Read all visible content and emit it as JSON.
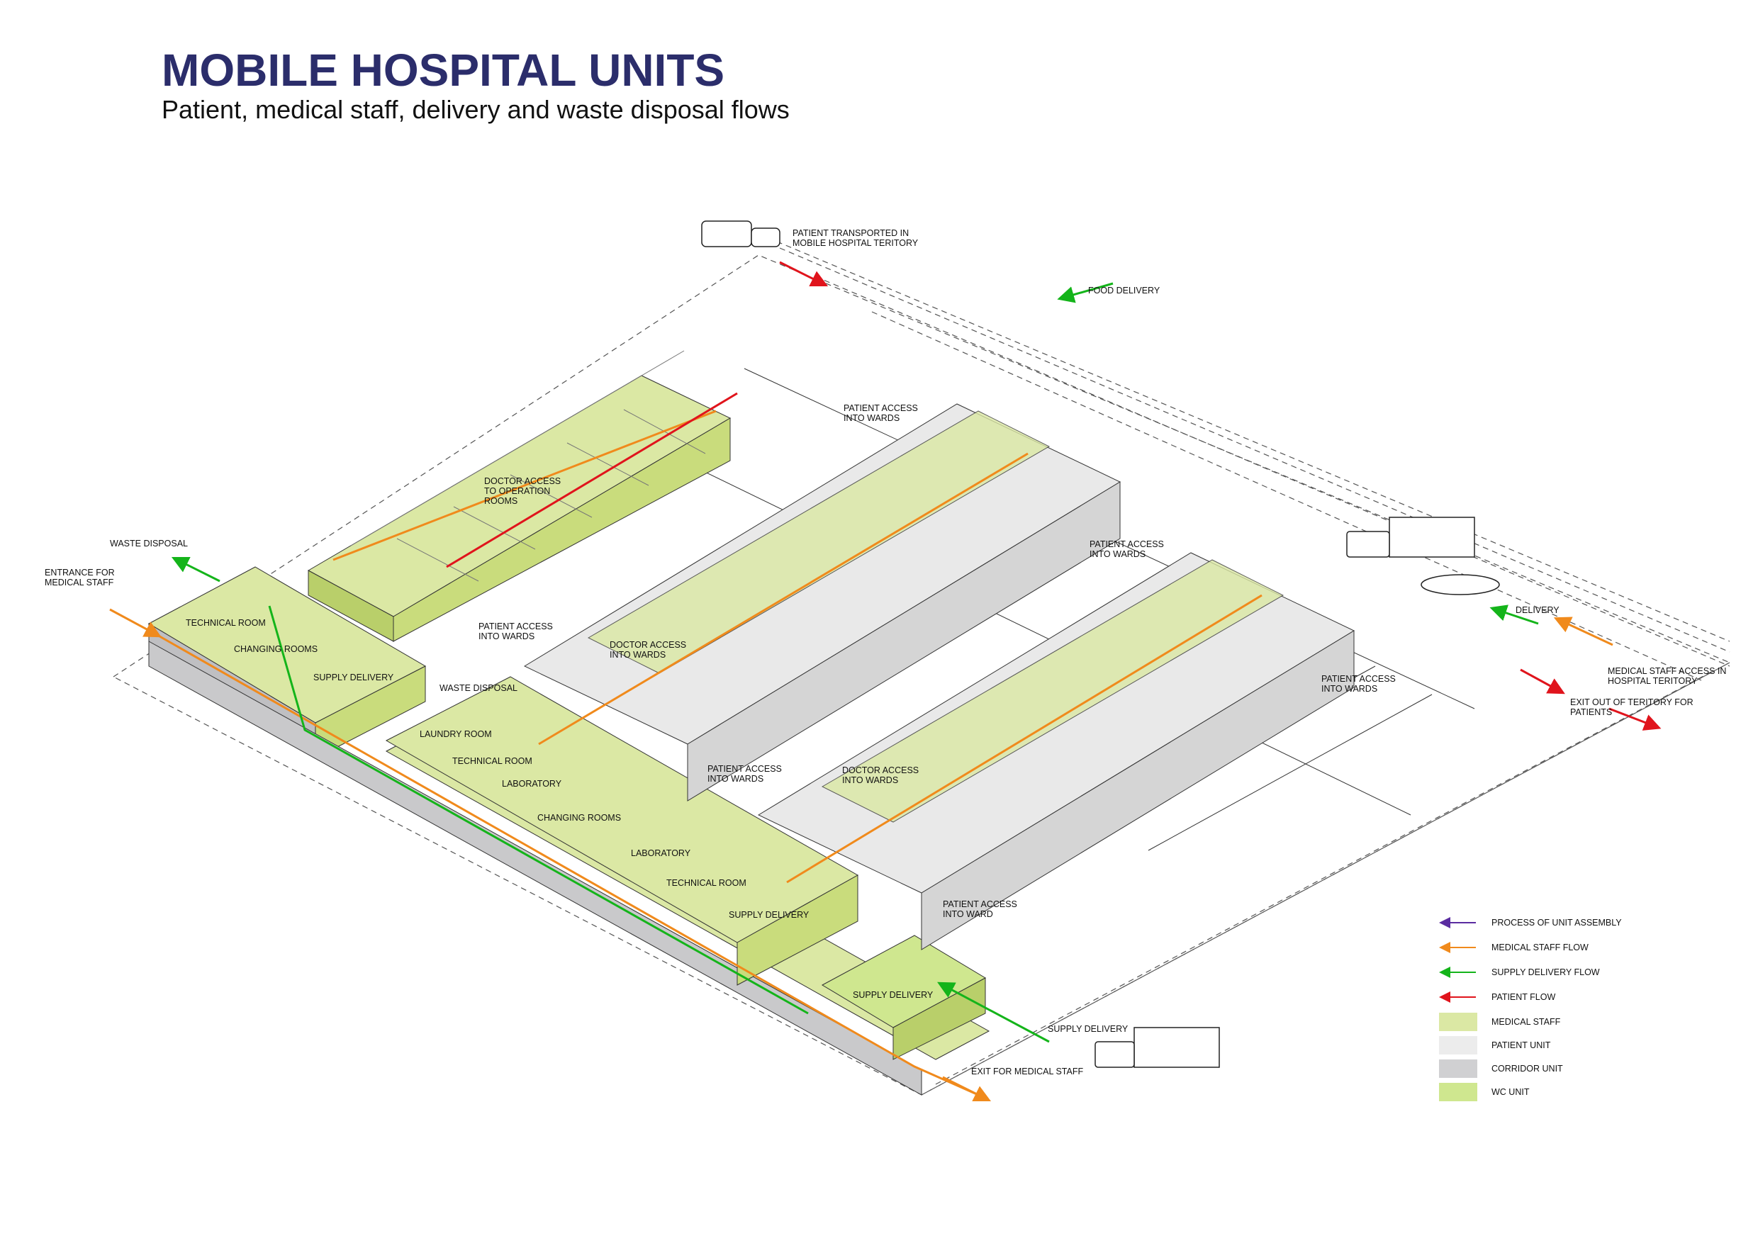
{
  "header": {
    "title": "MOBILE HOSPITAL UNITS",
    "subtitle": "Patient, medical staff, delivery and waste disposal flows"
  },
  "colors": {
    "medical_staff_fill": "#dbe8a4",
    "patient_unit_fill": "#e9e9e9",
    "corridor_fill": "#cfcfd1",
    "wc_fill": "#cfe78f",
    "medical_staff_flow": "#f08a1c",
    "supply_flow": "#14b41a",
    "patient_flow": "#e0141c",
    "assembly_flow": "#5a2ca0",
    "title": "#2b2d6b"
  },
  "labels": {
    "patient_transported": [
      "PATIENT TRANSPORTED IN",
      "MOBILE HOSPITAL TERITORY"
    ],
    "food_delivery": [
      "FOOD DELIVERY"
    ],
    "patient_access_top": [
      "PATIENT ACCESS",
      "INTO WARDS"
    ],
    "doctor_access_operation": [
      "DOCTOR ACCESS",
      "TO OPERATION",
      "ROOMS"
    ],
    "waste_disposal_left": [
      "WASTE DISPOSAL"
    ],
    "entrance_medical_staff": [
      "ENTRANCE FOR",
      "MEDICAL STAFF"
    ],
    "technical_room_1": [
      "TECHNICAL ROOM"
    ],
    "changing_rooms_1": [
      "CHANGING ROOMS"
    ],
    "supply_delivery_1": [
      "SUPPLY DELIVERY"
    ],
    "patient_access_left": [
      "PATIENT ACCESS",
      "INTO WARDS"
    ],
    "doctor_access_wards_1": [
      "DOCTOR ACCESS",
      "INTO WARDS"
    ],
    "waste_disposal_mid": [
      "WASTE DISPOSAL"
    ],
    "laundry_room": [
      "LAUNDRY ROOM"
    ],
    "technical_room_2": [
      "TECHNICAL ROOM"
    ],
    "laboratory_1": [
      "LABORATORY"
    ],
    "changing_rooms_2": [
      "CHANGING ROOMS"
    ],
    "laboratory_2": [
      "LABORATORY"
    ],
    "technical_room_3": [
      "TECHNICAL ROOM"
    ],
    "supply_delivery_2": [
      "SUPPLY DELIVERY"
    ],
    "supply_delivery_3": [
      "SUPPLY DELIVERY"
    ],
    "supply_delivery_truck": [
      "SUPPLY DELIVERY"
    ],
    "exit_medical_staff": [
      "EXIT FOR MEDICAL STAFF"
    ],
    "patient_access_mid": [
      "PATIENT ACCESS",
      "INTO WARDS"
    ],
    "doctor_access_wards_2": [
      "DOCTOR ACCESS",
      "INTO WARDS"
    ],
    "patient_access_ward": [
      "PATIENT ACCESS",
      "INTO WARD"
    ],
    "patient_access_right1": [
      "PATIENT ACCESS",
      "INTO WARDS"
    ],
    "patient_access_right2": [
      "PATIENT ACCESS",
      "INTO WARDS"
    ],
    "delivery": [
      "DELIVERY"
    ],
    "medical_staff_access": [
      "MEDICAL STAFF ACCESS IN",
      "HOSPITAL TERITORY"
    ],
    "exit_patients": [
      "EXIT OUT OF TERITORY FOR",
      "PATIENTS"
    ]
  },
  "legend": [
    {
      "label": "PROCESS OF UNIT ASSEMBLY",
      "kind": "arrow",
      "color": "#5a2ca0"
    },
    {
      "label": "MEDICAL STAFF FLOW",
      "kind": "arrow",
      "color": "#f08a1c"
    },
    {
      "label": "SUPPLY DELIVERY FLOW",
      "kind": "arrow",
      "color": "#14b41a"
    },
    {
      "label": "PATIENT FLOW",
      "kind": "arrow",
      "color": "#e0141c"
    },
    {
      "label": "MEDICAL STAFF",
      "kind": "swatch",
      "color": "#dbe8a4"
    },
    {
      "label": "PATIENT UNIT",
      "kind": "swatch",
      "color": "#ececec"
    },
    {
      "label": "CORRIDOR UNIT",
      "kind": "swatch",
      "color": "#d0d0d2"
    },
    {
      "label": "WC UNIT",
      "kind": "swatch",
      "color": "#cfe78f"
    }
  ]
}
